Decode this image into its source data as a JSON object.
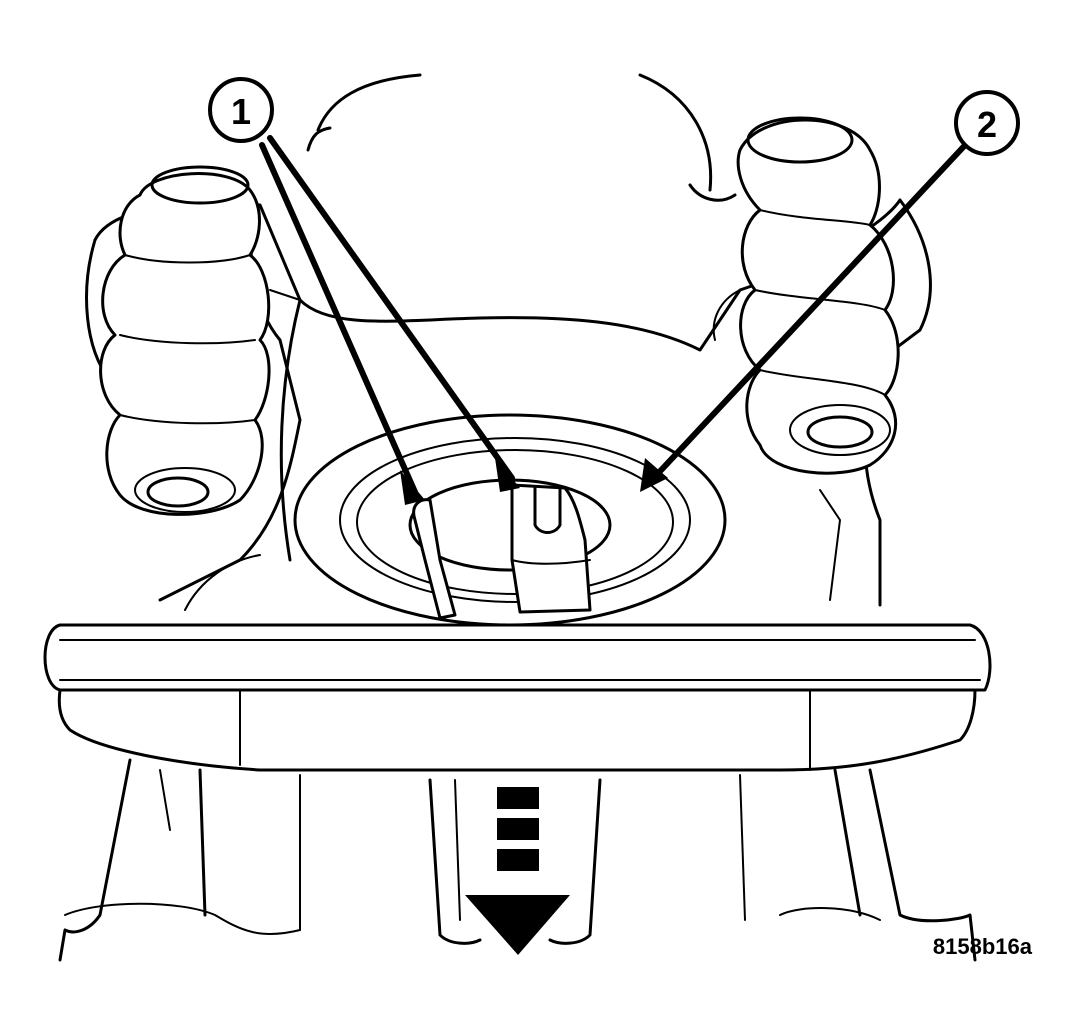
{
  "callouts": [
    {
      "id": "1",
      "label": "1"
    },
    {
      "id": "2",
      "label": "2"
    }
  ],
  "figure_id": "8158b16a",
  "colors": {
    "ink": "#000000",
    "paper": "#ffffff"
  },
  "icons": {
    "direction_arrow": "arrow-down-dashed-icon"
  }
}
